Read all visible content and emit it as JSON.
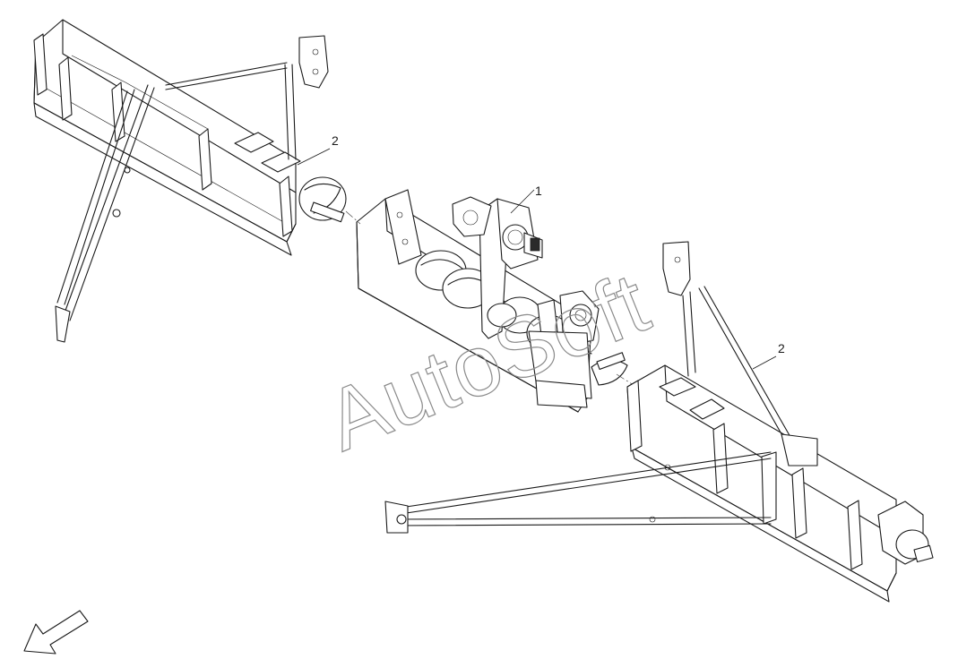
{
  "callouts": [
    {
      "id": "callout-1",
      "label": "1"
    },
    {
      "id": "callout-2-left",
      "label": "2"
    },
    {
      "id": "callout-2-right",
      "label": "2"
    }
  ],
  "watermark": "AutoSoft",
  "direction_indicator": {
    "icon": "direction-arrow-icon"
  }
}
